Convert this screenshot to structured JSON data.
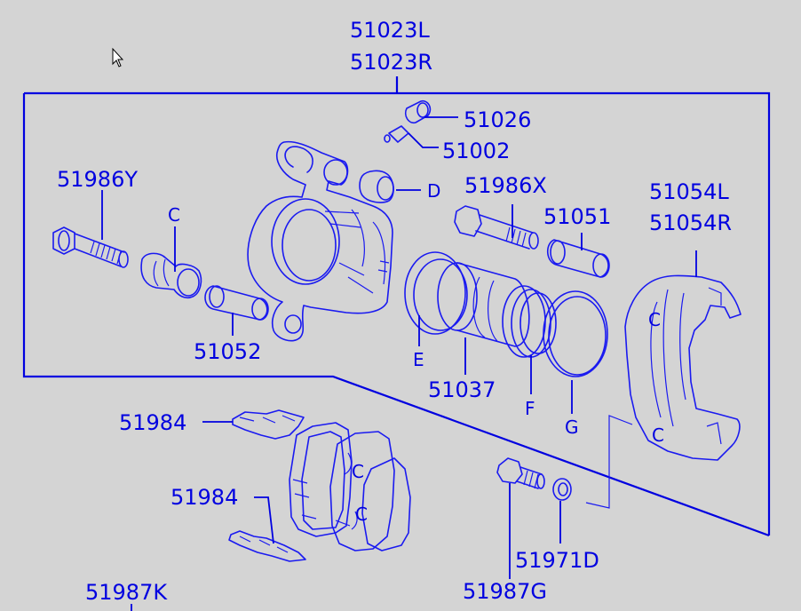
{
  "labels": {
    "caliper_assy_l": "51023L",
    "caliper_assy_r": "51023R",
    "bleeder_cap": "51026",
    "bleeder_screw": "51002",
    "bolt_y": "51986Y",
    "bolt_x": "51986X",
    "ref_c": "C",
    "ref_d": "D",
    "pin_51051": "51051",
    "pin_51052": "51052",
    "support_l": "51054L",
    "support_r": "51054R",
    "ref_e": "E",
    "piston": "51037",
    "ref_f": "F",
    "ref_g": "G",
    "clip_upper": "51984",
    "clip_lower": "51984",
    "washer": "51971D",
    "pad_set": "51987K",
    "bolt_g": "51987G"
  },
  "colors": {
    "line": "#0000e0",
    "background": "#d4d4d4"
  },
  "icons": [
    "mouse-pointer-icon"
  ]
}
